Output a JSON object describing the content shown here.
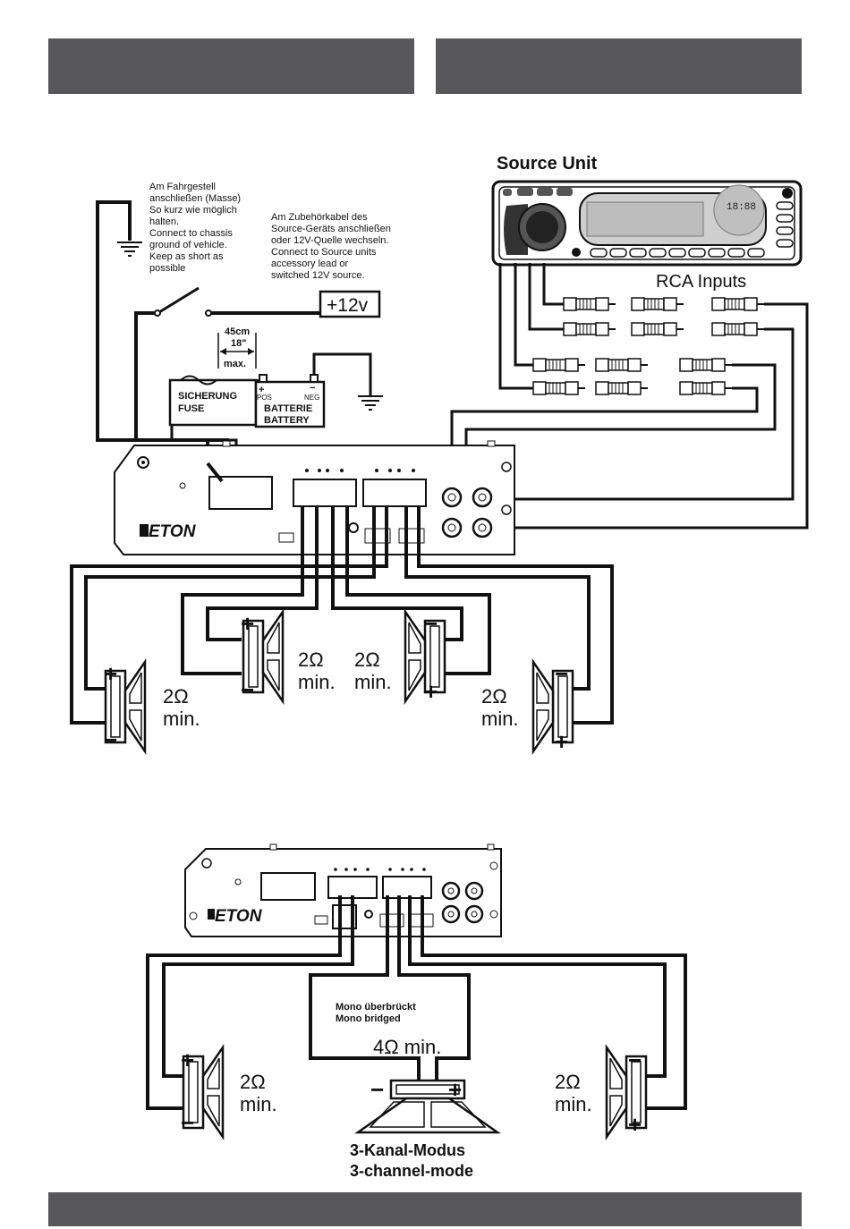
{
  "header": {
    "left_bar_text": "",
    "right_bar_text": ""
  },
  "footer": {
    "bar_text": ""
  },
  "diagram1": {
    "source_unit_label": "Source Unit",
    "rca_inputs_label": "RCA Inputs",
    "display_readout": "18:88",
    "ground_note": [
      "Am Fahrgestell",
      "anschließen (Masse)",
      "So kurz wie möglich",
      "halten.",
      "Connect to chassis",
      "ground of vehicle.",
      "Keep as short as",
      "possible"
    ],
    "accessory_note": [
      "Am Zubehörkabel des",
      "Source-Geräts anschließen",
      "oder 12V-Quelle wechseln.",
      "Connect to Source units",
      "accessory lead or",
      "switched 12V source."
    ],
    "plus12v": "+12v",
    "distance_lines": [
      "45cm",
      "18\"",
      "max."
    ],
    "fuse_lines": [
      "SICHERUNG",
      "FUSE"
    ],
    "battery_lines": [
      "BATTERIE",
      "BATTERY"
    ],
    "battery_pos": "POS",
    "battery_neg": "NEG",
    "battery_plus": "+",
    "battery_minus": "−",
    "brand_logo": "ETON",
    "speakers": [
      {
        "ohm": "2Ω",
        "min": "min.",
        "top_sign": "+",
        "bottom_sign": "−"
      },
      {
        "ohm": "2Ω",
        "min": "min.",
        "top_sign": "+",
        "bottom_sign": "−"
      },
      {
        "ohm": "2Ω",
        "min": "min.",
        "top_sign": "−",
        "bottom_sign": "+"
      },
      {
        "ohm": "2Ω",
        "min": "min.",
        "top_sign": "−",
        "bottom_sign": "+"
      }
    ]
  },
  "diagram2": {
    "brand_logo": "ETON",
    "mono_lines": [
      "Mono überbrückt",
      "Mono bridged"
    ],
    "mono_ohm": "4Ω min.",
    "mono_minus": "−",
    "mono_plus": "+",
    "left_speaker": {
      "ohm": "2Ω",
      "min": "min.",
      "top_sign": "+",
      "bottom_sign": "−"
    },
    "right_speaker": {
      "ohm": "2Ω",
      "min": "min.",
      "top_sign": "−",
      "bottom_sign": "+"
    },
    "mode_lines": [
      "3-Kanal-Modus",
      "3-channel-mode"
    ]
  }
}
